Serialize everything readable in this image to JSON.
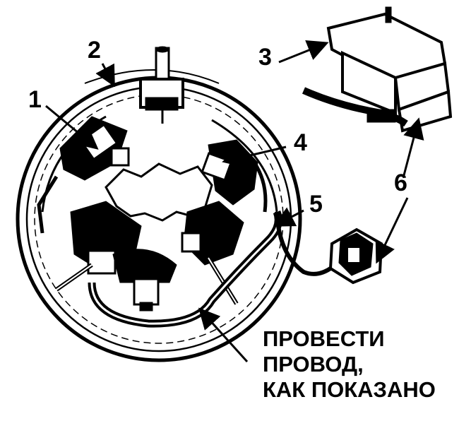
{
  "callouts": {
    "c1": "1",
    "c2": "2",
    "c3": "3",
    "c4": "4",
    "c5": "5",
    "c6": "6"
  },
  "instruction": {
    "line1": "ПРОВЕСТИ",
    "line2": "ПРОВОД,",
    "line3": "КАК ПОКАЗАНО"
  }
}
